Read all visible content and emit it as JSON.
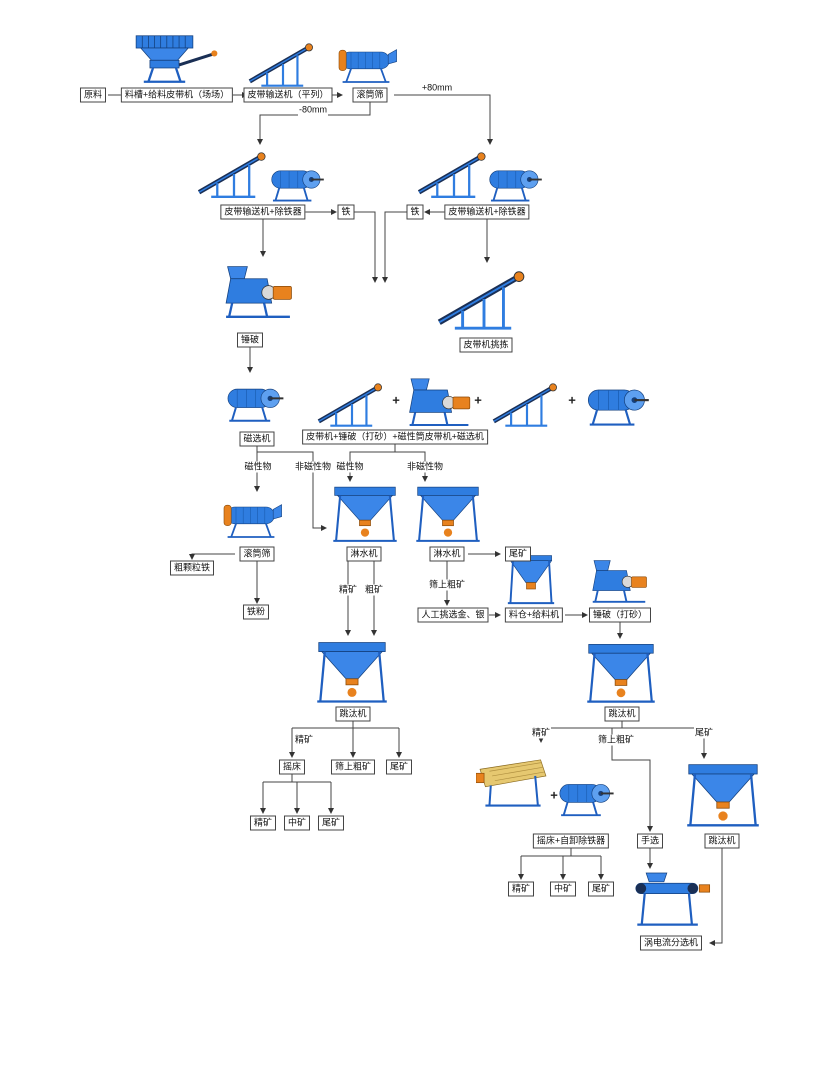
{
  "colors": {
    "machine_blue": "#2f7de0",
    "machine_dark_blue": "#14407e",
    "accent_orange": "#e8821e",
    "connector_line": "#444444"
  },
  "icons": [
    "feeder-icon",
    "belt-conveyor-icon",
    "trommel-screen-icon",
    "magnetic-separator-icon",
    "hammer-crusher-icon",
    "jig-machine-icon",
    "feed-hopper-icon",
    "shaking-table-icon",
    "eddy-current-separator-icon"
  ],
  "labels": {
    "yuanliao": "原料",
    "liaocao": "料槽+给料皮带机（场场）",
    "pidai_ping": "皮带输送机（平列）",
    "guntongshai": "滚筒筛",
    "plus80": "+80mm",
    "minus80": "-80mm",
    "pidai_chutie": "皮带输送机+除铁器",
    "tie": "铁",
    "chuipo": "锤破",
    "pidai_tiaojian": "皮带机挑拣",
    "cixuanji": "磁选机",
    "combo": "皮带机+锤破（打砂）+磁性筒皮带机+磁选机",
    "cixingwu": "磁性物",
    "feicixingwu": "非磁性物",
    "cukeli_tie": "粗颗粒铁",
    "linshuiji": "淋水机",
    "weikuang": "尾矿",
    "tiefen": "铁粉",
    "jingkuang": "精矿",
    "cukuang": "粗矿",
    "shaishang": "筛上粗矿",
    "rengong": "人工挑选金、银",
    "liaocang": "料仓+给料机",
    "chuipo_dasha": "锤破（打砂）",
    "tiaotaiji": "跳汰机",
    "yaochuang": "摇床",
    "zhongkuang": "中矿",
    "yaochuang_chutie": "摇床+自卸除铁器",
    "shouxuan": "手选",
    "wodianliu": "涡电流分选机",
    "plus": "+"
  }
}
